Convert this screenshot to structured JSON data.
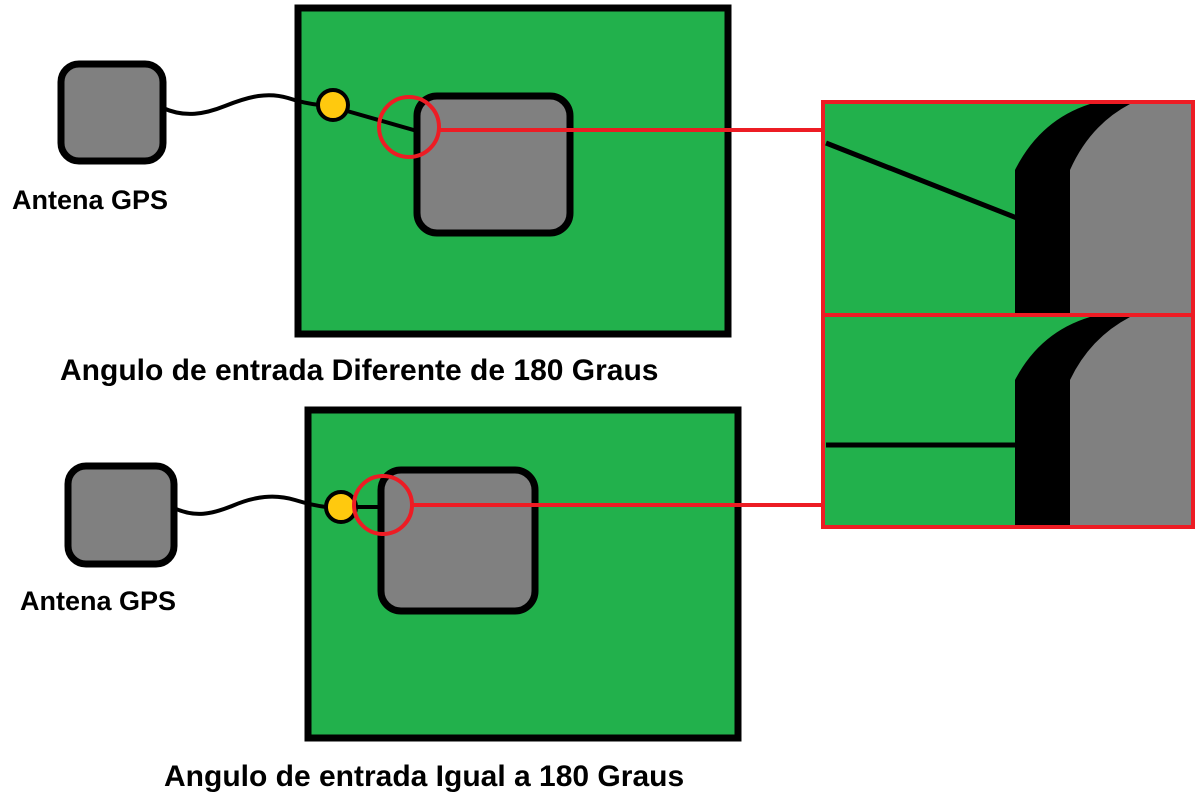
{
  "colors": {
    "board": "#22b14c",
    "chip": "#808080",
    "outline": "#000000",
    "connector": "#ffc90e",
    "highlight": "#ed1c24",
    "background": "#ffffff"
  },
  "top_scene": {
    "antenna_label": "Antena GPS",
    "caption": "Angulo de entrada Diferente de 180 Graus"
  },
  "bottom_scene": {
    "antenna_label": "Antena GPS",
    "caption": "Angulo de entrada Igual a 180 Graus"
  }
}
